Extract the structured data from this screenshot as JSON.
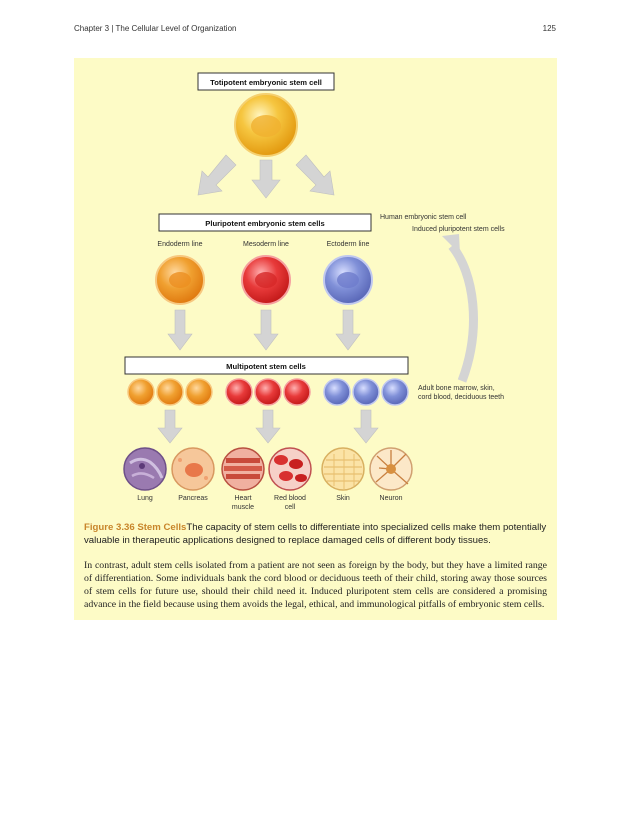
{
  "header": {
    "chapter": "Chapter 3 | The Cellular Level of Organization",
    "page_number": "125"
  },
  "diagram": {
    "totipotent_label": "Totipotent embryonic stem cell",
    "pluripotent_label": "Pluripotent embryonic stem cells",
    "human_esc_label": "Human embryonic stem cell",
    "induced_label": "Induced pluripotent stem cells",
    "lines": [
      "Endoderm line",
      "Mesoderm line",
      "Ectoderm line"
    ],
    "multipotent_label": "Multipotent stem cells",
    "adult_label_line1": "Adult bone marrow, skin,",
    "adult_label_line2": "cord blood, deciduous teeth",
    "tissues": [
      {
        "line1": "Lung",
        "line2": ""
      },
      {
        "line1": "Pancreas",
        "line2": ""
      },
      {
        "line1": "Heart",
        "line2": "muscle"
      },
      {
        "line1": "Red blood",
        "line2": "cell"
      },
      {
        "line1": "Skin",
        "line2": ""
      },
      {
        "line1": "Neuron",
        "line2": ""
      }
    ],
    "colors": {
      "orange": "#f0a030",
      "red": "#e83a3a",
      "blue": "#8090d8",
      "gold": "#f2c030",
      "arrow": "#d4d4d4",
      "panel": "#fdfbc6"
    }
  },
  "caption": {
    "figure_label": "Figure 3.36 Stem Cells",
    "text": "The capacity of stem cells to differentiate into specialized cells make them potentially valuable in therapeutic applications designed to replace damaged cells of different body tissues."
  },
  "body_text": "In contrast, adult stem cells isolated from a patient are not seen as foreign by the body, but they have a limited range of differentiation. Some individuals bank the cord blood or deciduous teeth of their child, storing away those sources of stem cells for future use, should their child need it. Induced pluripotent stem cells are considered a promising advance in the field because using them avoids the legal, ethical, and immunological pitfalls of embryonic stem cells."
}
